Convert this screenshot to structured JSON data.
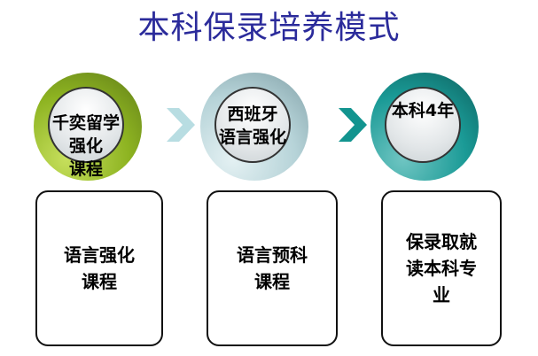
{
  "title": "本科保录培养模式",
  "steps": [
    {
      "circle": [
        "千奕留学",
        "强化",
        "课程"
      ],
      "box": [
        "语言强化",
        "课程"
      ],
      "color": "#8bb520"
    },
    {
      "circle": [
        "西班牙",
        "语言强化"
      ],
      "box": [
        "语言预科",
        "课程"
      ],
      "color": "#a9c9d0"
    },
    {
      "circle": [
        "本科4年"
      ],
      "box": [
        "保录取就",
        "读本科专",
        "业"
      ],
      "color": "#1a9a96"
    }
  ],
  "arrows": [
    {
      "color": "#b8dde2"
    },
    {
      "color": "#12948f"
    }
  ]
}
